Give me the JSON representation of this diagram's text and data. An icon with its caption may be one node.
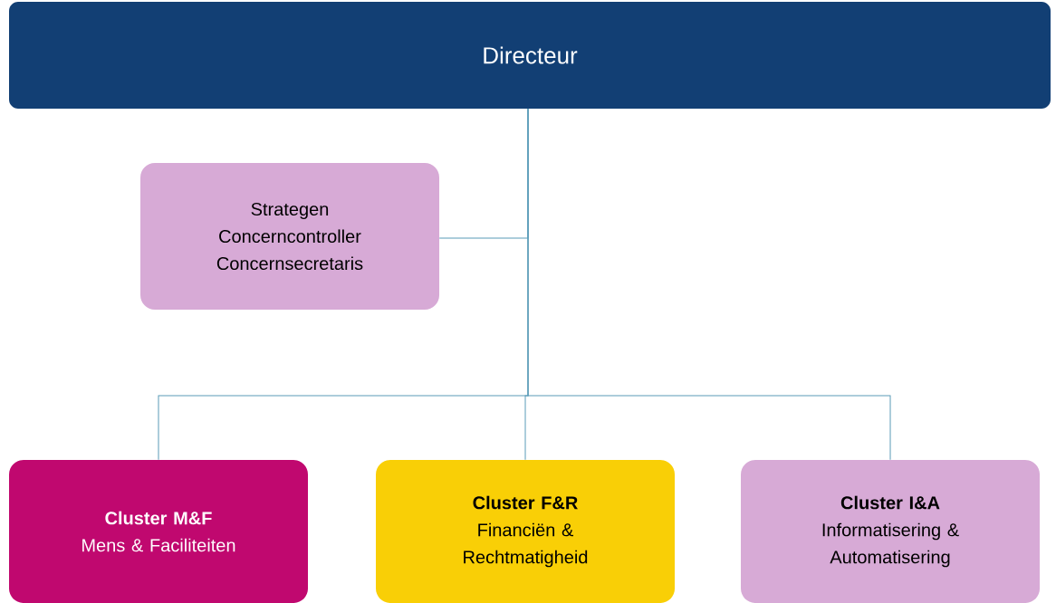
{
  "diagram": {
    "nodes": [
      {
        "text": [
          "Directeur"
        ]
      },
      {
        "text": [
          "Strategen",
          "Concerncontroller",
          "Concernsecretaris"
        ]
      },
      {
        "text": [
          "Cluster M&F",
          "Mens & Faciliteiten"
        ]
      },
      {
        "text": [
          "Cluster F&R",
          "Financiën & Rechtmatigheid"
        ]
      },
      {
        "text": [
          "Cluster I&A",
          "Informatisering & Automatisering"
        ]
      }
    ],
    "edges": [
      {
        "from": 0,
        "to": 1,
        "arrow": "none"
      },
      {
        "from": 0,
        "to": 2,
        "arrow": "none"
      },
      {
        "from": 0,
        "to": 3,
        "arrow": "none"
      },
      {
        "from": 0,
        "to": 4,
        "arrow": "none"
      }
    ]
  }
}
